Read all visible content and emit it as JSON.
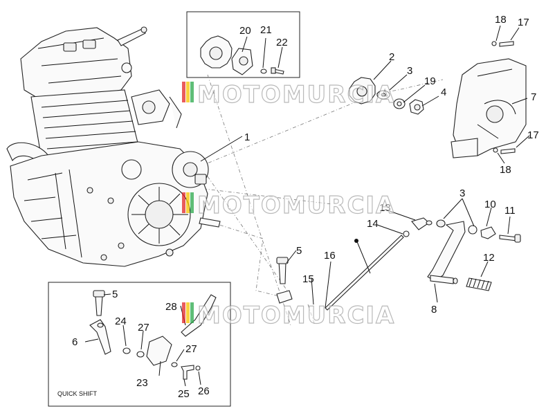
{
  "diagram": {
    "labels": [
      {
        "id": "lbl-1",
        "text": "1"
      },
      {
        "id": "lbl-2",
        "text": "2"
      },
      {
        "id": "lbl-3a",
        "text": "3"
      },
      {
        "id": "lbl-3b",
        "text": "3"
      },
      {
        "id": "lbl-4",
        "text": "4"
      },
      {
        "id": "lbl-5a",
        "text": "5"
      },
      {
        "id": "lbl-5b",
        "text": "5"
      },
      {
        "id": "lbl-6",
        "text": "6"
      },
      {
        "id": "lbl-7",
        "text": "7"
      },
      {
        "id": "lbl-8",
        "text": "8"
      },
      {
        "id": "lbl-10",
        "text": "10"
      },
      {
        "id": "lbl-11",
        "text": "11"
      },
      {
        "id": "lbl-12",
        "text": "12"
      },
      {
        "id": "lbl-13",
        "text": "13"
      },
      {
        "id": "lbl-14",
        "text": "14"
      },
      {
        "id": "lbl-15",
        "text": "15"
      },
      {
        "id": "lbl-16",
        "text": "16"
      },
      {
        "id": "lbl-17a",
        "text": "17"
      },
      {
        "id": "lbl-17b",
        "text": "17"
      },
      {
        "id": "lbl-18a",
        "text": "18"
      },
      {
        "id": "lbl-18b",
        "text": "18"
      },
      {
        "id": "lbl-19",
        "text": "19"
      },
      {
        "id": "lbl-20",
        "text": "20"
      },
      {
        "id": "lbl-21",
        "text": "21"
      },
      {
        "id": "lbl-22",
        "text": "22"
      },
      {
        "id": "lbl-23",
        "text": "23"
      },
      {
        "id": "lbl-24",
        "text": "24"
      },
      {
        "id": "lbl-25",
        "text": "25"
      },
      {
        "id": "lbl-26",
        "text": "26"
      },
      {
        "id": "lbl-27a",
        "text": "27"
      },
      {
        "id": "lbl-27b",
        "text": "27"
      },
      {
        "id": "lbl-28",
        "text": "28"
      }
    ],
    "quick_shift_caption": "QUICK SHIFT"
  },
  "watermark": {
    "text": "MOTOMURCIA",
    "colors": [
      "#e32626",
      "#f5c400",
      "#2aa84a"
    ]
  }
}
